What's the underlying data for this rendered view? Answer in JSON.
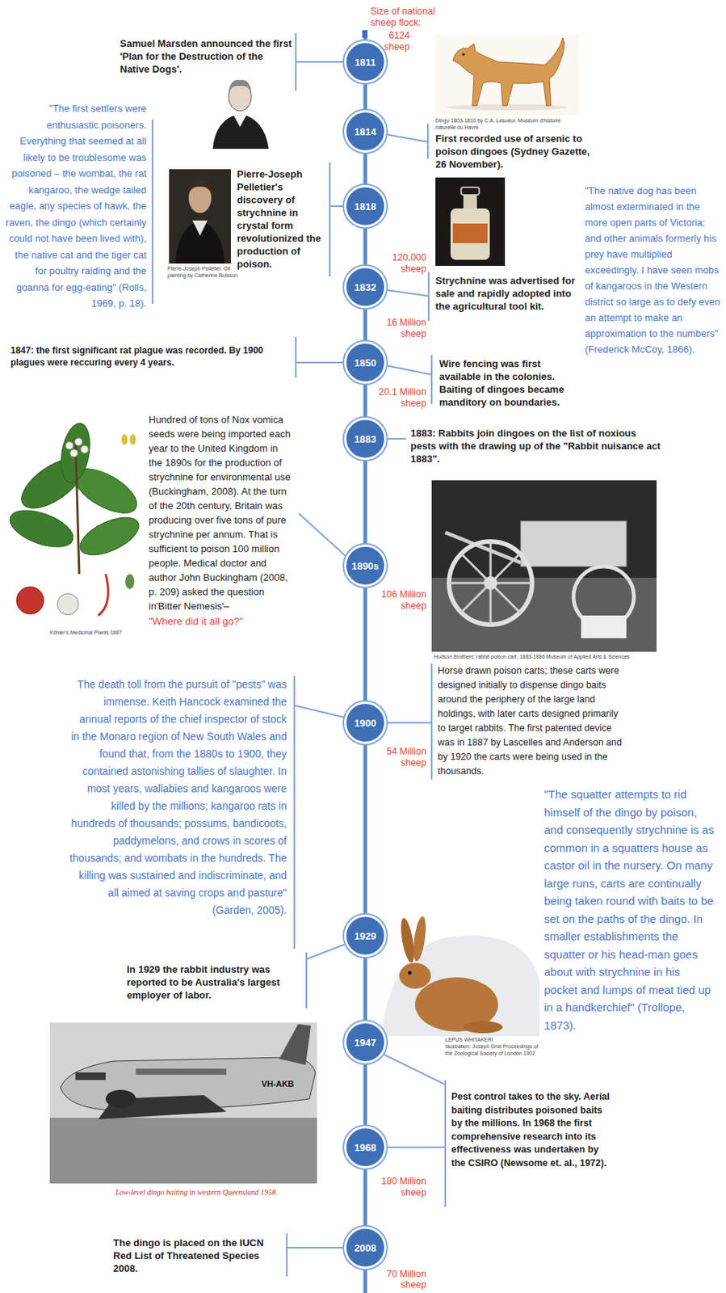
{
  "diagram": {
    "nodes": [
      {
        "text": [
          "1811"
        ]
      },
      {
        "text": [
          "1814"
        ]
      },
      {
        "text": [
          "1818"
        ]
      },
      {
        "text": [
          "1832"
        ]
      },
      {
        "text": [
          "1850"
        ]
      },
      {
        "text": [
          "1883"
        ]
      },
      {
        "text": [
          "1890s"
        ]
      },
      {
        "text": [
          "1900"
        ]
      },
      {
        "text": [
          "1929"
        ]
      },
      {
        "text": [
          "1947"
        ]
      },
      {
        "text": [
          "1968"
        ]
      },
      {
        "text": [
          "2008"
        ]
      }
    ],
    "edges": [
      {
        "from": 0,
        "to": 1,
        "arrow": "none"
      },
      {
        "from": 1,
        "to": 2,
        "arrow": "none"
      },
      {
        "from": 2,
        "to": 3,
        "arrow": "none"
      },
      {
        "from": 3,
        "to": 4,
        "arrow": "none"
      },
      {
        "from": 4,
        "to": 5,
        "arrow": "none"
      },
      {
        "from": 5,
        "to": 6,
        "arrow": "none"
      },
      {
        "from": 6,
        "to": 7,
        "arrow": "none"
      },
      {
        "from": 7,
        "to": 8,
        "arrow": "none"
      },
      {
        "from": 8,
        "to": 9,
        "arrow": "none"
      },
      {
        "from": 9,
        "to": 10,
        "arrow": "none"
      },
      {
        "from": 10,
        "to": 11,
        "arrow": "none"
      }
    ],
    "labels": [
      "Size of national sheep flock:",
      "6124 sheep",
      "Samuel Marsden announced the first 'Plan for the Destruction of the Native Dogs'.",
      "Dingo 1803-1810 by C.A. Lesueur. Muséum d'histoire naturelle du Havre",
      "First recorded use of arsenic to poison dingoes (Sydney Gazette, 26 November).",
      "\"The first settlers were enthusiastic poisoners. Everything that seemed at all likely to be troublesome was poisoned – the wombat, the rat kangaroo, the wedge tailed eagle, any species of hawk, the raven, the dingo (which certainly could not have been lived with), the native cat and the tiger cat for poultry raiding and the goanna for egg-eating\" (Rolls, 1969, p. 18).",
      "Pierre-Joseph Pelletier's discovery of strychnine in crystal form revolutionized the production of poison.",
      "Pierre-Joseph Pelletier. Oil painting by Catherine Buisson",
      "Strychnine was advertised for sale and rapidly adopted into the agricultural tool kit.",
      "\"The native dog has been almost exterminated in the more open parts of Victoria; and other animals formerly his prey have multiplied exceedingly. I have seen mobs of kangaroos in the Western district so large as to defy even an attempt to make an approximation to the numbers\" (Frederick McCoy, 1866).",
      "120,000 sheep",
      "16 Million sheep",
      "1847: the first significant rat plague was recorded. By 1900 plagues were reccuring every 4 years.",
      "Wire fencing was first available in the colonies. Baiting of dingoes became manditory on boundaries.",
      "20.1 Million sheep",
      "1883: Rabbits join dingoes on the list of noxious pests with the drawing up of the \"Rabbit nuisance act 1883\".",
      "Hundred of tons of Nox vomica seeds were being imported each year to the United Kingdom in the 1890s for the production of strychnine for environmental use (Buckingham, 2008). At the turn of the 20th century, Britain was producing over five tons of pure strychnine per annum. That is sufficient to poison 100 million people. Medical doctor and author John Buckingham (2008, p. 209) asked the question in'Bitter Nemesis'–",
      "\"Where did it all go?\"",
      "Köhler's Medicinal Plants 1887",
      "106 Million sheep",
      "Hudson Brothers' rabbit poison cart, 1883-1886 Museum of Applied Arts & Sciences",
      "Horse drawn poison carts; these carts were designed initially to dispense dingo baits around the periphery of the large land holdings, with later carts designed primarily to target rabbits. The first patented device was in 1887 by Lascelles and Anderson and by 1920 the carts were being used in the thousands.",
      "54 Million sheep",
      "The death toll from the pursuit of \"pests\" was immense. Keith Hancock examined the annual reports of the chief inspector of stock in the Monaro region of New South Wales and found that, from the 1880s to 1900, they contained astonishing tallies of slaughter. In most years, wallabies and kangaroos were killed by the millions; kangaroo rats in hundreds of thousands; possums, bandicoots, paddymelons, and crows in scores of thousands; and wombats in the hundreds. The killing was sustained and indiscriminate, and all aimed at saving crops and pasture\" (Garden, 2005).",
      "\"The squatter attempts to rid himself of the dingo by poison, and consequently strychnine is as common in a squatters house as castor oil in the nursery. On many large runs, carts are continually being taken round with baits to be set on the paths of the dingo. In smaller establishments the squatter or his head-man goes about with strychnine in his pocket and lumps of meat tied up in a handkerchief\" (Trollope, 1873).",
      "In 1929 the rabbit industry was reported to be Australia's largest employer of labor.",
      "LEPUS WHITAKERI",
      "Illustration: Joseph Smit Proceedings of the Zoological Society of London 1902",
      "Low-level dingo baiting in western Queensland 1958.",
      "VH-AKB",
      "Pest control takes to the sky. Aerial baiting distributes poisoned baits by the millions. In 1968 the first comprehensive research into its effectiveness was undertaken by the CSIRO (Newsome et. al., 1972).",
      "180 Million sheep",
      "The dingo is placed on the IUCN Red List of Threatened Species 2008.",
      "70 Million sheep"
    ]
  }
}
